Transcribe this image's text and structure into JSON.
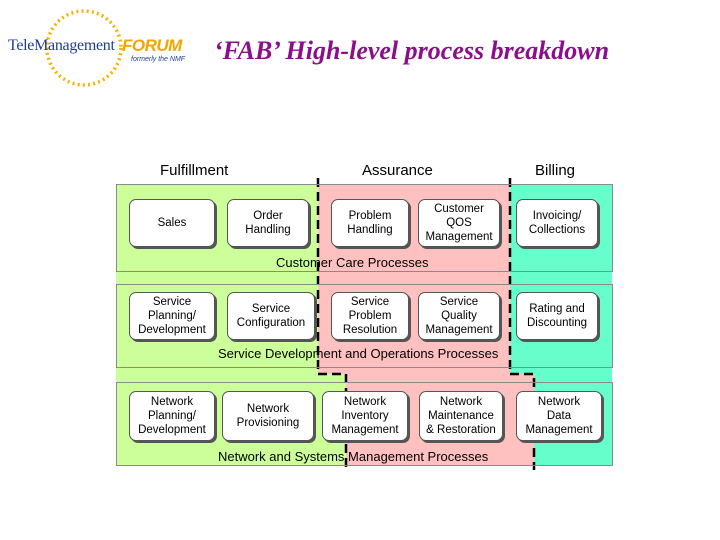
{
  "logo": {
    "main": "TeleManagement",
    "forum": "FORUM",
    "subtitle": "formerly the NMF"
  },
  "title": "‘FAB’ High-level process breakdown",
  "diagram": {
    "columns": [
      "Fulfillment",
      "Assurance",
      "Billing"
    ],
    "colors": {
      "fulfillment": "#ccff99",
      "assurance": "#ffc0c0",
      "billing": "#66ffcc",
      "title": "#8b0f8b",
      "logo_blue": "#1f3f95",
      "logo_orange": "#f5a400"
    },
    "rows": [
      {
        "label": "Customer Care Processes",
        "boxes": [
          "Sales",
          "Order\nHandling",
          "Problem\nHandling",
          "Customer\nQOS\nManagement",
          "Invoicing/\nCollections"
        ]
      },
      {
        "label": "Service Development and Operations Processes",
        "boxes": [
          "Service\nPlanning/\nDevelopment",
          "Service\nConfiguration",
          "Service\nProblem\nResolution",
          "Service\nQuality\nManagement",
          "Rating and\nDiscounting"
        ]
      },
      {
        "label": "Network and Systems Management Processes",
        "boxes": [
          "Network\nPlanning/\nDevelopment",
          "Network\nProvisioning",
          "Network\nInventory\nManagement",
          "Network\nMaintenance\n& Restoration",
          "Network\nData\nManagement"
        ]
      }
    ]
  }
}
